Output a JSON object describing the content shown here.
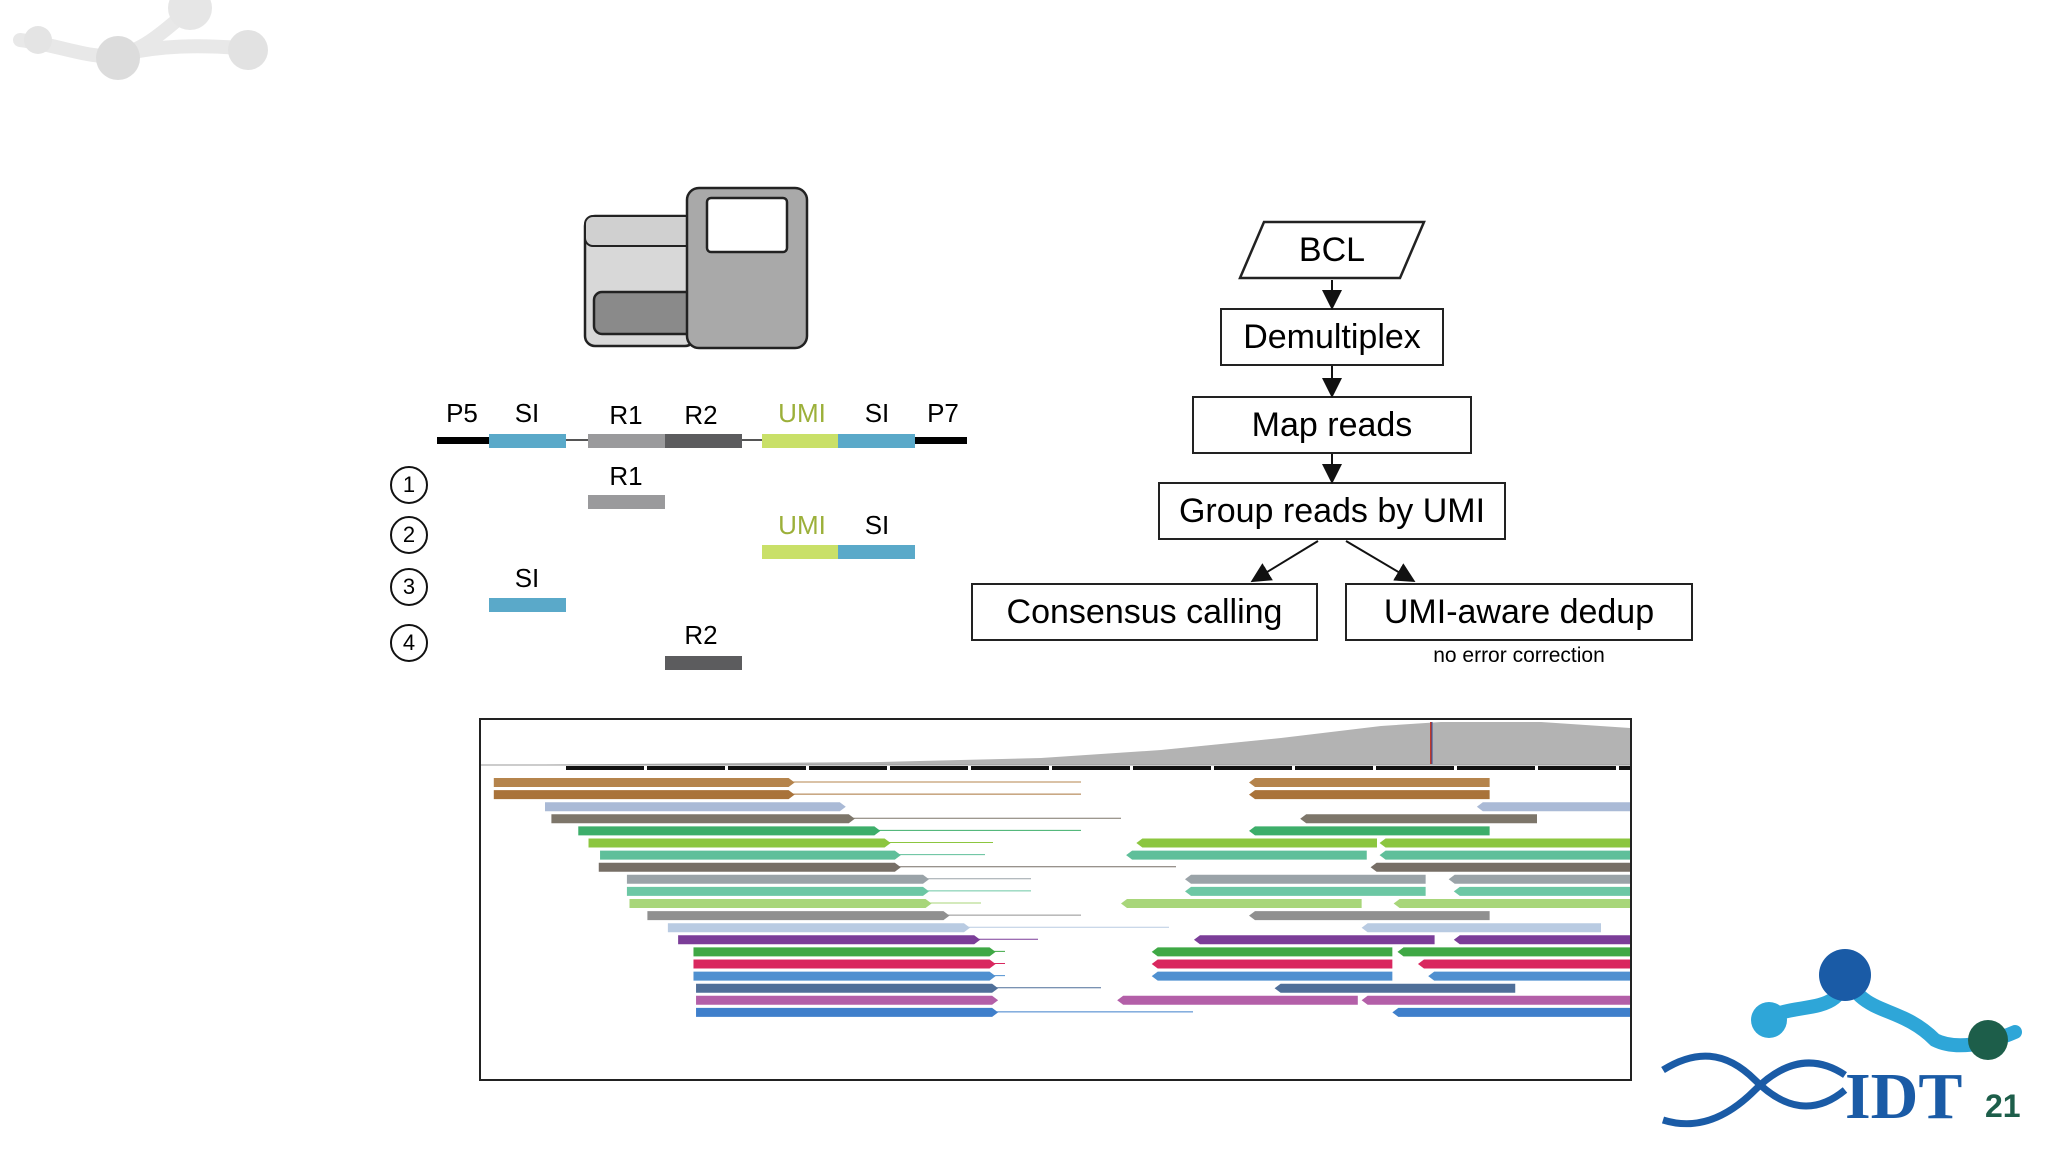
{
  "slide": {
    "page_number": "21"
  },
  "adapter": {
    "labels": {
      "p5": "P5",
      "si_left": "SI",
      "r1": "R1",
      "r2": "R2",
      "umi": "UMI",
      "si_right": "SI",
      "p7": "P7"
    },
    "steps": [
      {
        "number": "1",
        "label": "R1"
      },
      {
        "number": "2",
        "label_umi": "UMI",
        "label_si": "SI"
      },
      {
        "number": "3",
        "label": "SI"
      },
      {
        "number": "4",
        "label": "R2"
      }
    ],
    "colors": {
      "si": "#5aa9c9",
      "r1": "#9a9a9c",
      "r2": "#5c5c5e",
      "umi": "#c9e068",
      "umi_text": "#9cb03a"
    }
  },
  "flowchart": {
    "bcl": "BCL",
    "demultiplex": "Demultiplex",
    "map_reads": "Map reads",
    "group_reads": "Group reads by UMI",
    "consensus": "Consensus calling",
    "dedup": "UMI-aware dedup",
    "dedup_note": "no error correction"
  },
  "brand": {
    "logo_text": "IDT",
    "blue": "#1a5ba6",
    "teal": "#2ea6d8",
    "dark_green": "#1d5e4a"
  }
}
